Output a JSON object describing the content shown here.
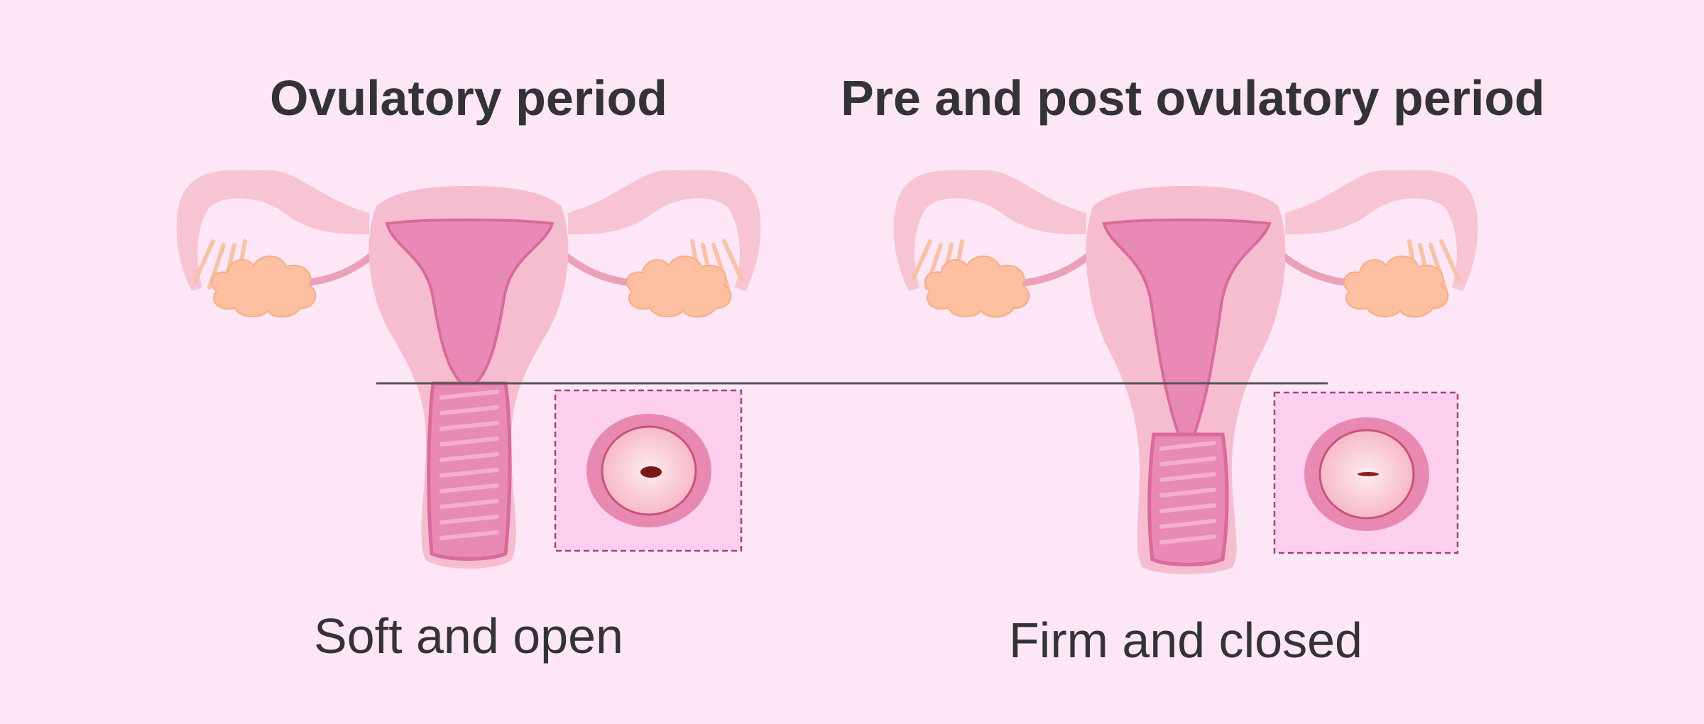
{
  "left_panel": {
    "title": "Ovulatory period",
    "caption": "Soft and open"
  },
  "right_panel": {
    "title": "Pre and post ovulatory period",
    "caption": "Firm and closed"
  },
  "colors": {
    "background": "#fde6f6",
    "uterus_outer": "#f6bdd0",
    "uterus_inner": "#e98ab6",
    "outline": "#d96a99",
    "ovary": "#fcc0a0",
    "text": "#333337"
  }
}
